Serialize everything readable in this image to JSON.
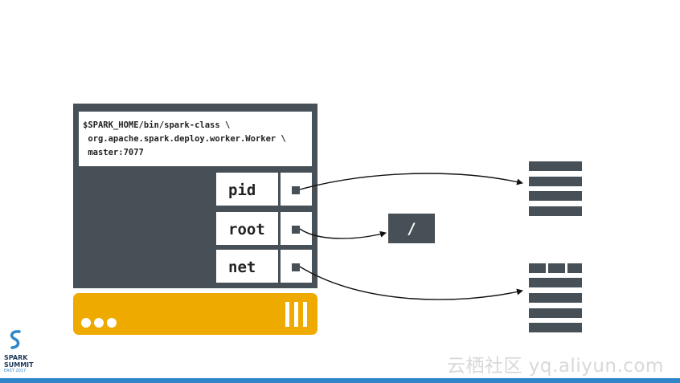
{
  "container": {
    "command_lines": [
      "$SPARK_HOME/bin/spark-class \\",
      " org.apache.spark.deploy.worker.Worker \\",
      " master:7077"
    ],
    "namespaces": [
      "pid",
      "root",
      "net"
    ]
  },
  "root_filesystem": {
    "label": "/"
  },
  "logo": {
    "line1": "SPARK",
    "line2": "SUMMIT",
    "line3": "EAST 2017"
  },
  "watermark": {
    "text": "云栖社区 yq.aliyun.com"
  },
  "colors": {
    "panel": "#465056",
    "host": "#efaa00",
    "accent": "#2e86c8"
  }
}
